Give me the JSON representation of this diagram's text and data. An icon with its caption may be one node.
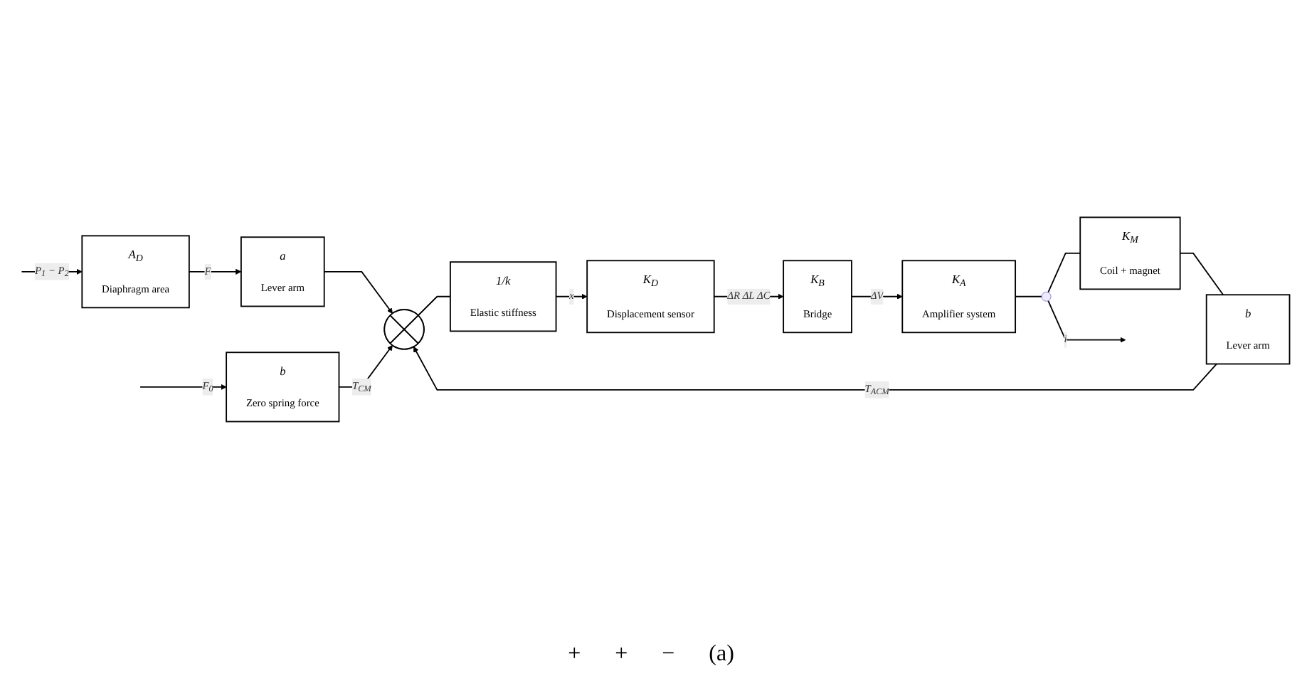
{
  "diagram": {
    "caption": "(a)",
    "nodes": [
      {
        "text": [
          "A$_{D}$",
          "Diaphragm area"
        ]
      },
      {
        "text": [
          "a",
          "Lever arm"
        ]
      },
      {
        "text": [
          "b",
          "Zero spring force"
        ]
      },
      {
        "text": [],
        "shape": "circle"
      },
      {
        "text": [
          "1/k",
          "Elastic stiffness"
        ]
      },
      {
        "text": [
          "K$_{D}$",
          "Displacement sensor"
        ]
      },
      {
        "text": [
          "K$_{B}$",
          "Bridge"
        ]
      },
      {
        "text": [
          "K$_{A}$",
          "Amplifier system"
        ]
      },
      {
        "text": [],
        "shape": "circle"
      },
      {
        "text": [
          "b",
          "Lever arm"
        ]
      },
      {
        "text": [
          "K$_{M}$",
          "Coil + magnet"
        ]
      }
    ],
    "edges": [
      {
        "from": null,
        "to": 0,
        "arrow": "to",
        "label": "P$_{1}$ − P$_{2}$"
      },
      {
        "from": 0,
        "to": 1,
        "arrow": "to",
        "label": "F"
      },
      {
        "from": 1,
        "to": 3,
        "arrow": "to"
      },
      {
        "from": null,
        "to": 2,
        "arrow": "to",
        "label": "F$_{0}$"
      },
      {
        "from": 2,
        "to": 3,
        "arrow": "to",
        "label": "T$_{CM}$"
      },
      {
        "from": 3,
        "to": 4,
        "arrow": "none"
      },
      {
        "from": 4,
        "to": 5,
        "arrow": "to",
        "label": "x"
      },
      {
        "from": 5,
        "to": 6,
        "arrow": "to",
        "label": "ΔR ΔL ΔC"
      },
      {
        "from": 6,
        "to": 7,
        "arrow": "to",
        "label": "ΔV"
      },
      {
        "from": 7,
        "to": 8,
        "arrow": "none"
      },
      {
        "from": 8,
        "to": null,
        "arrow": "to",
        "label": "i"
      },
      {
        "from": 8,
        "to": 10,
        "arrow": "none"
      },
      {
        "from": 10,
        "to": 9,
        "arrow": "none"
      },
      {
        "from": 9,
        "to": 3,
        "arrow": "to",
        "label": "T$_{ACM}$"
      }
    ],
    "labels": [
      "+",
      "+",
      "−"
    ]
  }
}
